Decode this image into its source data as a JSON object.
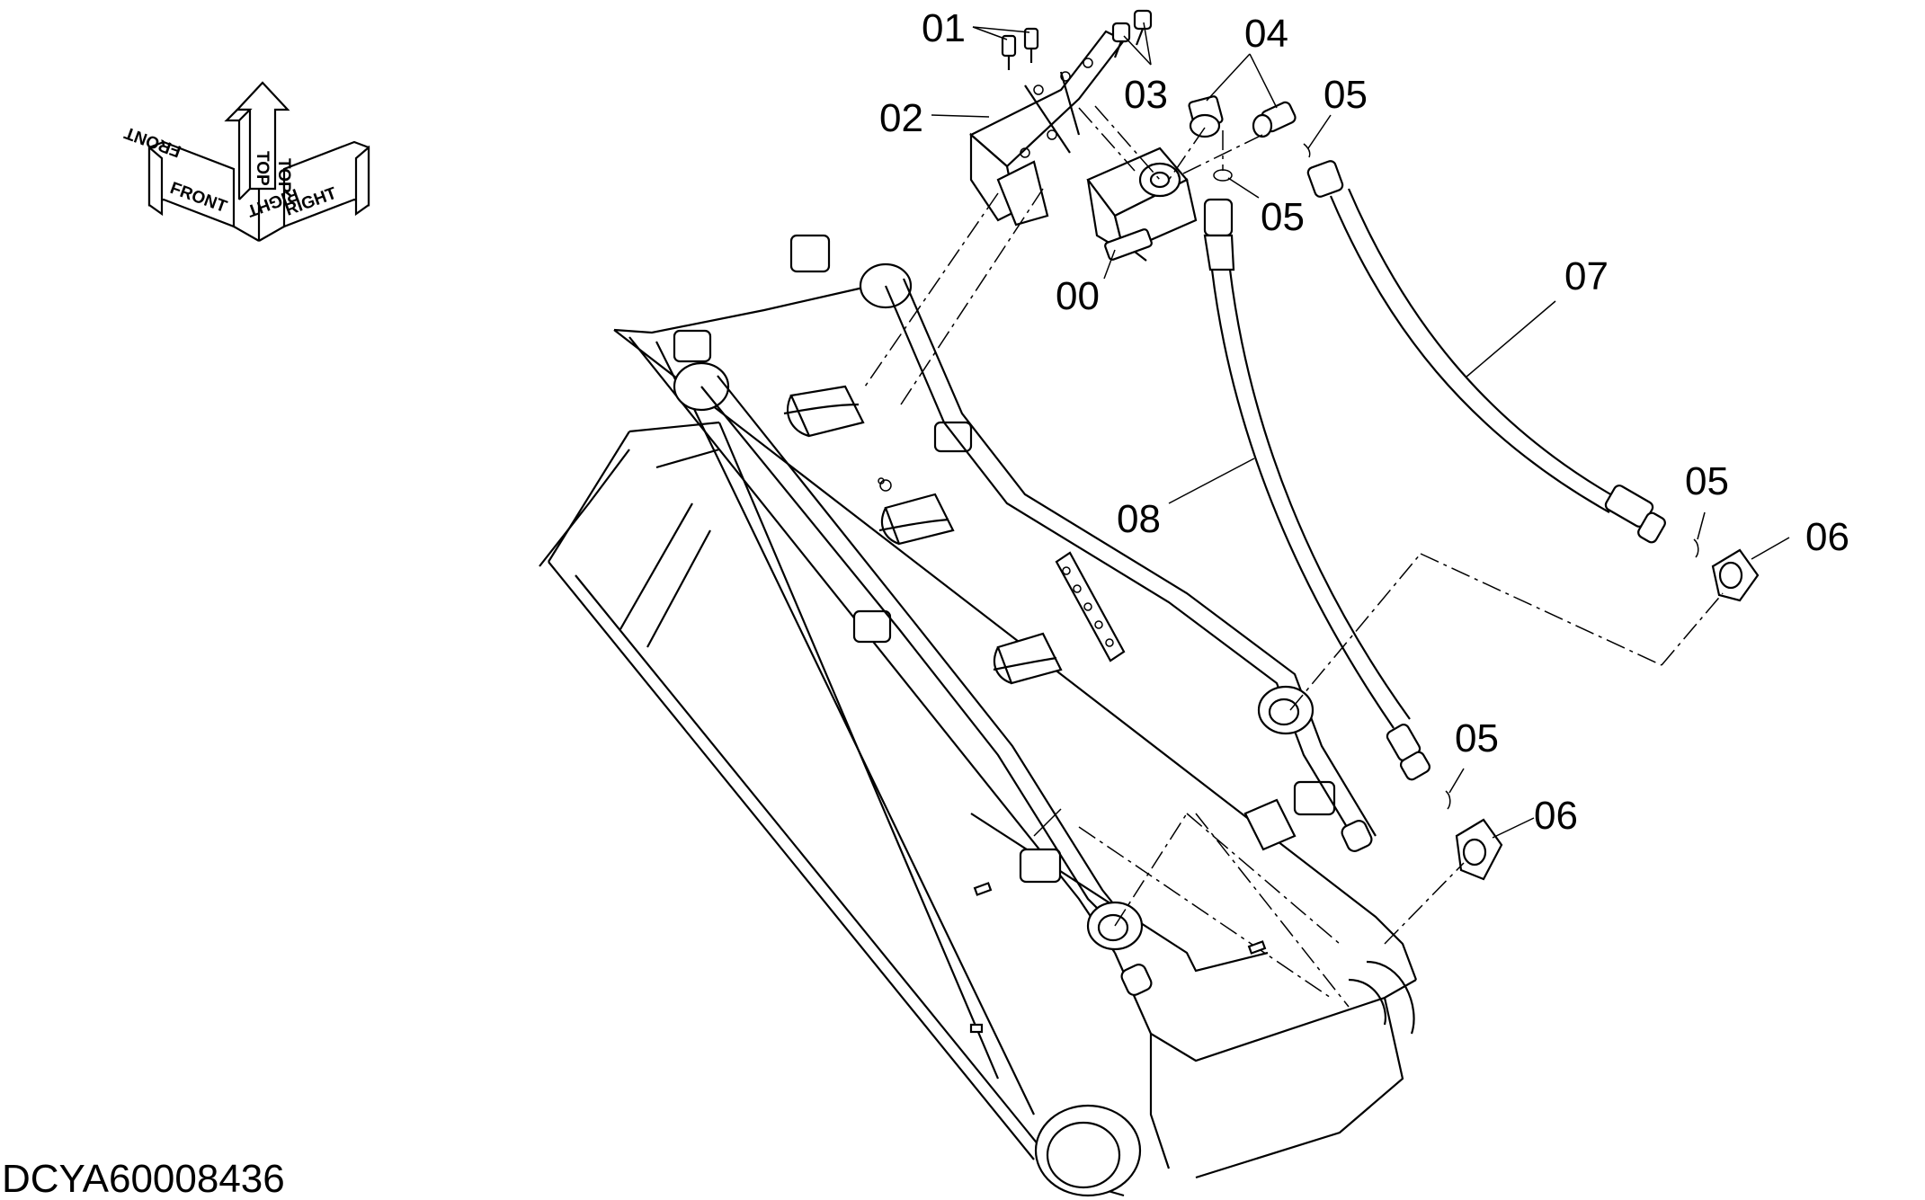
{
  "diagram": {
    "document_id": "DCYA60008436",
    "compass": {
      "front": "FRONT",
      "top": "TOP",
      "right": "RIGHT"
    },
    "callouts": [
      {
        "id": "00",
        "label": "00"
      },
      {
        "id": "01",
        "label": "01"
      },
      {
        "id": "02",
        "label": "02"
      },
      {
        "id": "03",
        "label": "03"
      },
      {
        "id": "04",
        "label": "04"
      },
      {
        "id": "05a",
        "label": "05"
      },
      {
        "id": "05b",
        "label": "05"
      },
      {
        "id": "05c",
        "label": "05"
      },
      {
        "id": "05d",
        "label": "05"
      },
      {
        "id": "06a",
        "label": "06"
      },
      {
        "id": "06b",
        "label": "06"
      },
      {
        "id": "07",
        "label": "07"
      },
      {
        "id": "08",
        "label": "08"
      }
    ]
  }
}
